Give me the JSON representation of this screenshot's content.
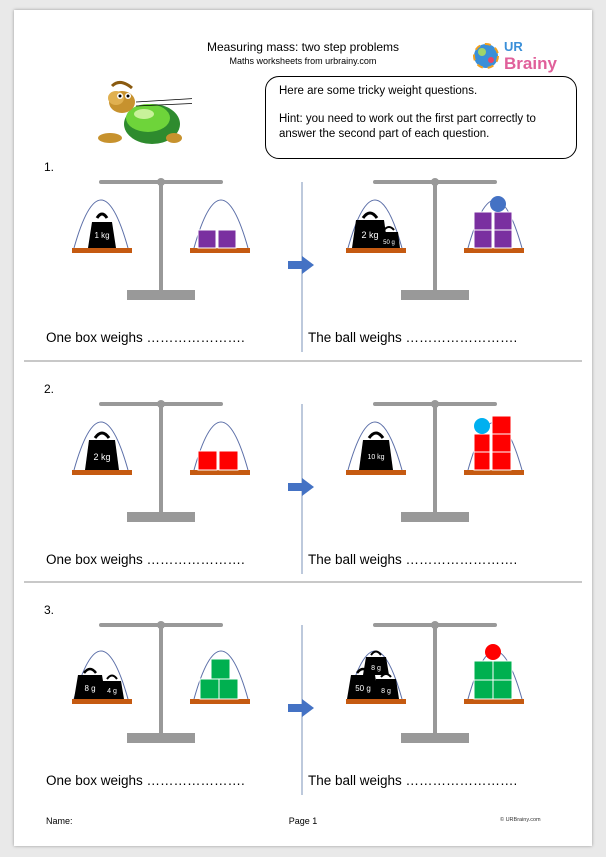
{
  "header": {
    "title": "Measuring mass: two step problems",
    "subtitle": "Maths worksheets from urbrainy.com",
    "logo_ur": "UR",
    "logo_brainy": "Brainy"
  },
  "speech": {
    "line1": "Here are some tricky weight questions.",
    "line2": "Hint: you need to work out the first part correctly to answer the second part of each question."
  },
  "questions": [
    {
      "number": "1.",
      "left_answer": "One box weighs ………………….",
      "right_answer": "The ball weighs …………………….",
      "left_weights": [
        "1 kg"
      ],
      "right_weights": [
        "2 kg",
        "50 g"
      ],
      "box_color": "#7a2fa0",
      "ball_color": "#4472c4"
    },
    {
      "number": "2.",
      "left_answer": "One box weighs ………………….",
      "right_answer": "The ball weighs …………………….",
      "left_weights": [
        "2 kg"
      ],
      "right_weights": [
        "10 kg"
      ],
      "box_color": "#ff0000",
      "ball_color": "#00b0f0"
    },
    {
      "number": "3.",
      "left_answer": "One box weighs ………………….",
      "right_answer": "The ball weighs …………………….",
      "left_weights": [
        "8 g",
        "4 g"
      ],
      "right_weights": [
        "8 g",
        "50 g",
        "8 g"
      ],
      "box_color": "#00b050",
      "ball_color": "#ff0000"
    }
  ],
  "footer": {
    "name_label": "Name:",
    "page_label": "Page 1",
    "copyright": "© URBrainy.com"
  }
}
